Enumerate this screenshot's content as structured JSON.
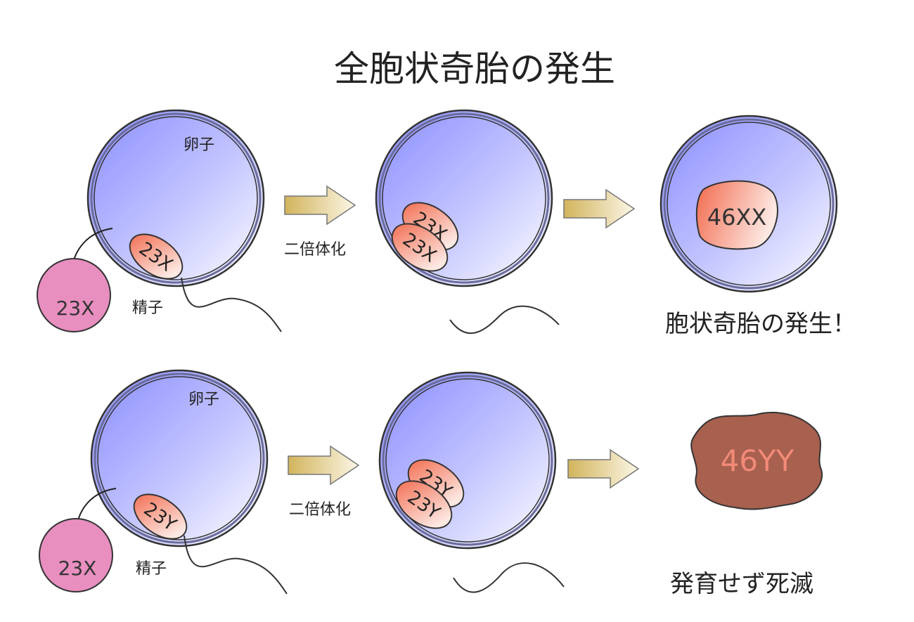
{
  "title": "全胞状奇胎の発生",
  "rows": [
    {
      "egg_label": "卵子",
      "sperm_label": "精子",
      "sperm_nucleus": "23X",
      "polar_body": "23X",
      "diploidize_label": "二倍体化",
      "doubled_nuclei": [
        "23X",
        "23X"
      ],
      "result_nucleus": "46XX",
      "outcome_label": "胞状奇胎の発生！"
    },
    {
      "egg_label": "卵子",
      "sperm_label": "精子",
      "sperm_nucleus": "23Y",
      "polar_body": "23X",
      "diploidize_label": "二倍体化",
      "doubled_nuclei": [
        "23Y",
        "23Y"
      ],
      "result_nucleus": "46YY",
      "outcome_label": "発育せず死滅"
    }
  ],
  "colors": {
    "egg": "#9a9cff",
    "nucleus": "#f47a5e",
    "polar_body": "#e88fc0",
    "arrow": "#d9bf6a",
    "dead_mass": "#a8604f",
    "dead_text": "#f28a78"
  }
}
